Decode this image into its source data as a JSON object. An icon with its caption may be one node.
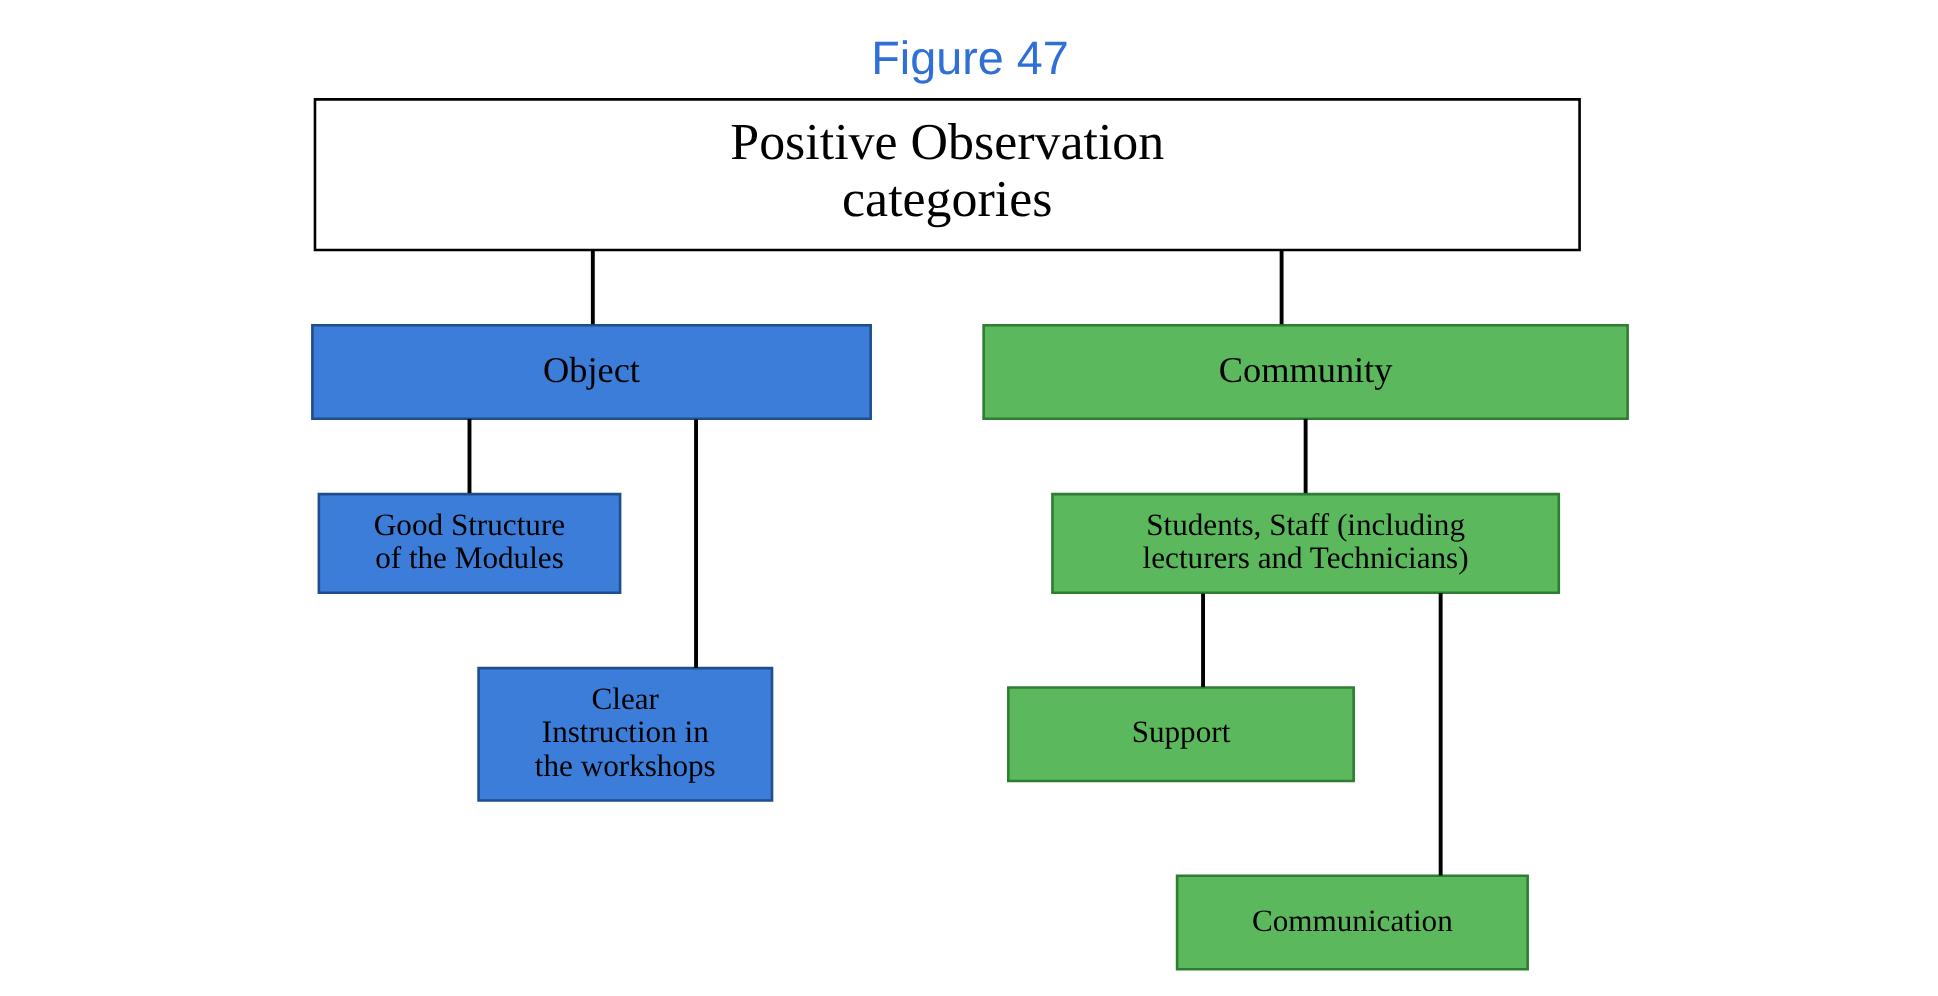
{
  "diagram": {
    "title": "Figure 47",
    "nodes": [
      {
        "text": [
          "Positive Observation categories"
        ]
      },
      {
        "text": [
          "Object"
        ]
      },
      {
        "text": [
          "Community"
        ]
      },
      {
        "text": [
          "Good Structure of the Modules"
        ]
      },
      {
        "text": [
          "Clear Instruction in the workshops"
        ]
      },
      {
        "text": [
          "Students, Staff (including lecturers and Technicians)"
        ]
      },
      {
        "text": [
          "Support"
        ]
      },
      {
        "text": [
          "Communication"
        ]
      }
    ],
    "edges": [
      {
        "from": 0,
        "to": 1,
        "arrow": "none"
      },
      {
        "from": 0,
        "to": 2,
        "arrow": "none"
      },
      {
        "from": 1,
        "to": 3,
        "arrow": "none"
      },
      {
        "from": 1,
        "to": 4,
        "arrow": "none"
      },
      {
        "from": 2,
        "to": 5,
        "arrow": "none"
      },
      {
        "from": 5,
        "to": 6,
        "arrow": "none"
      },
      {
        "from": 5,
        "to": 7,
        "arrow": "none"
      }
    ]
  }
}
